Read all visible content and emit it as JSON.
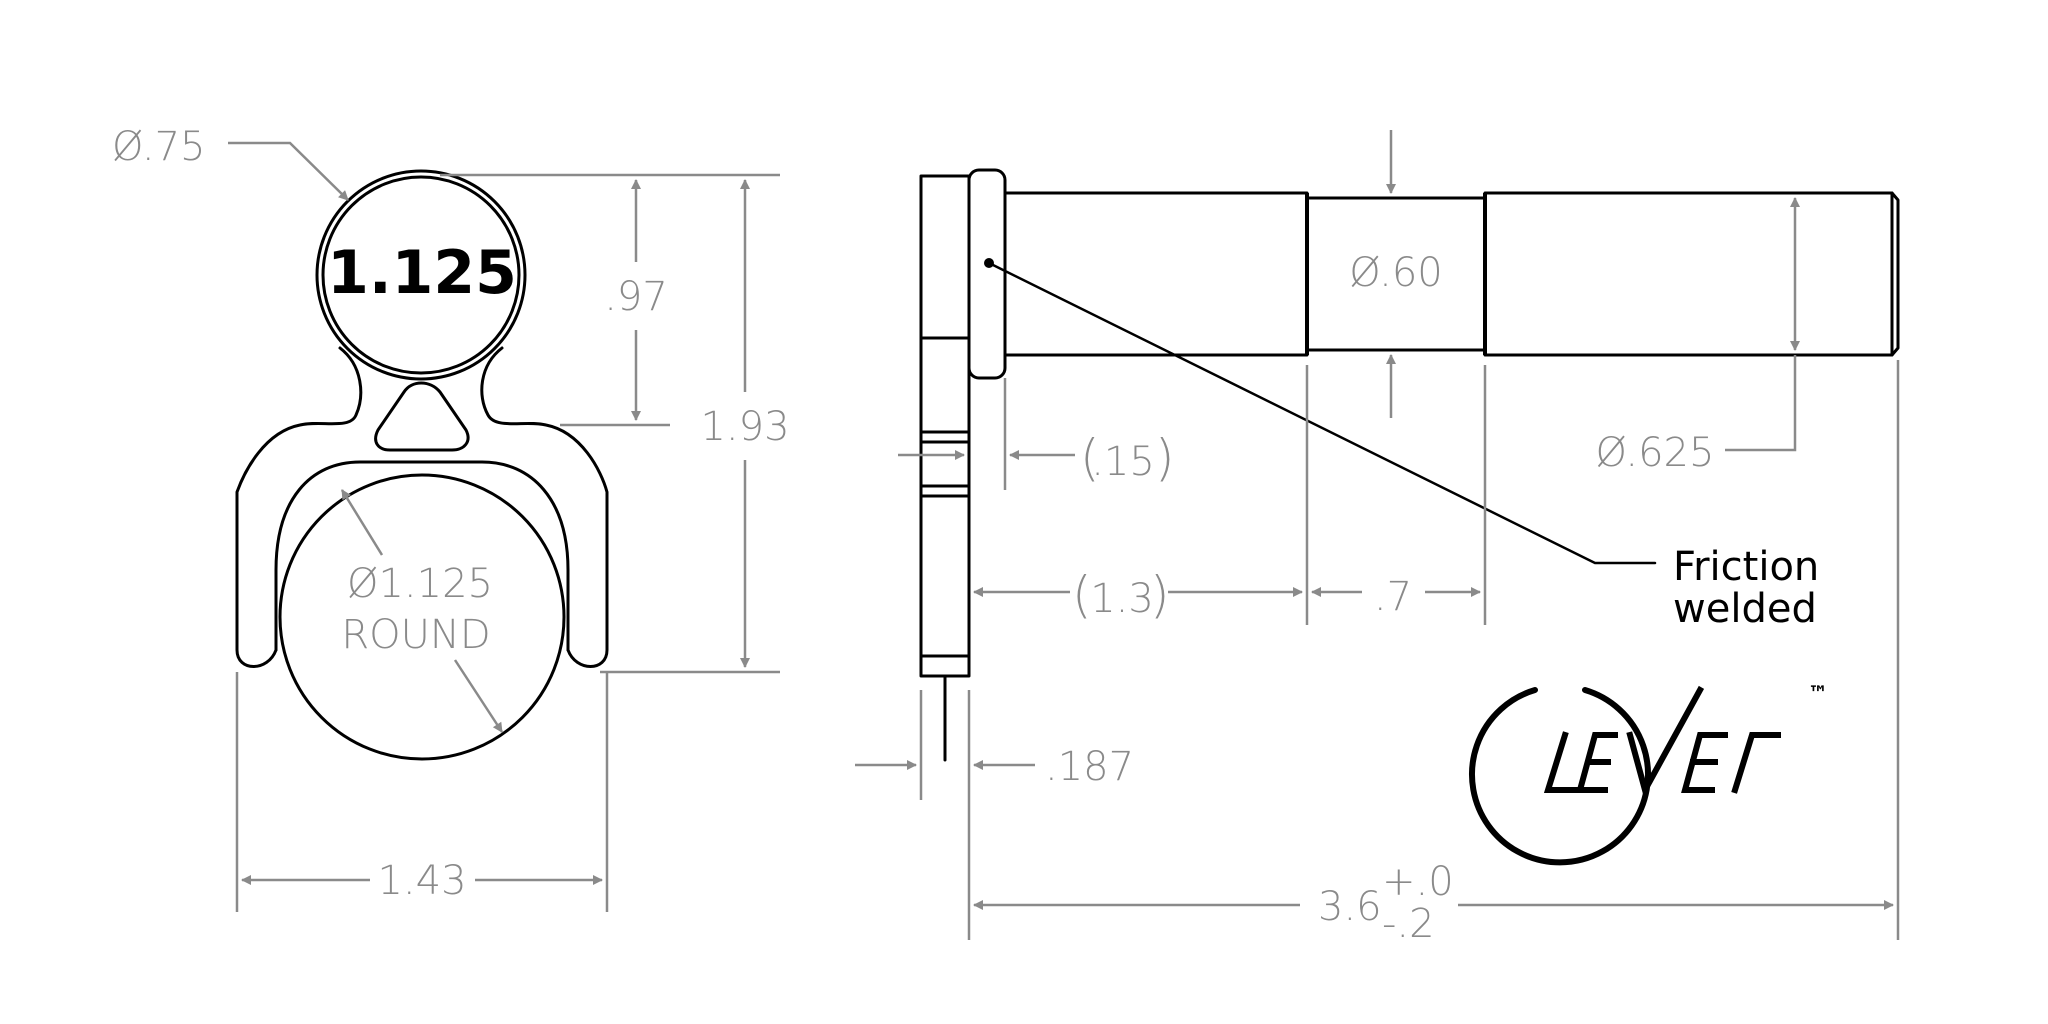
{
  "front_view": {
    "stamp": "1.125",
    "diameter_top": "Ø.75",
    "height_upper": ".97",
    "height_total": "1.93",
    "bore_diameter": "Ø1.125",
    "bore_shape": "ROUND",
    "width": "1.43"
  },
  "side_view": {
    "pin_diameter_center": "Ø.60",
    "pin_diameter_end": "Ø.625",
    "collar_length": ".15",
    "shaft_length_1": "1.3",
    "groove_length": ".7",
    "plate_thickness": ".187",
    "overall_length": "3.6",
    "tolerance_plus": "+.0",
    "tolerance_minus": "-.2",
    "weld_note_line1": "Friction",
    "weld_note_line2": "welded"
  },
  "logo": {
    "brand": "CLEVER",
    "trademark": "™"
  }
}
